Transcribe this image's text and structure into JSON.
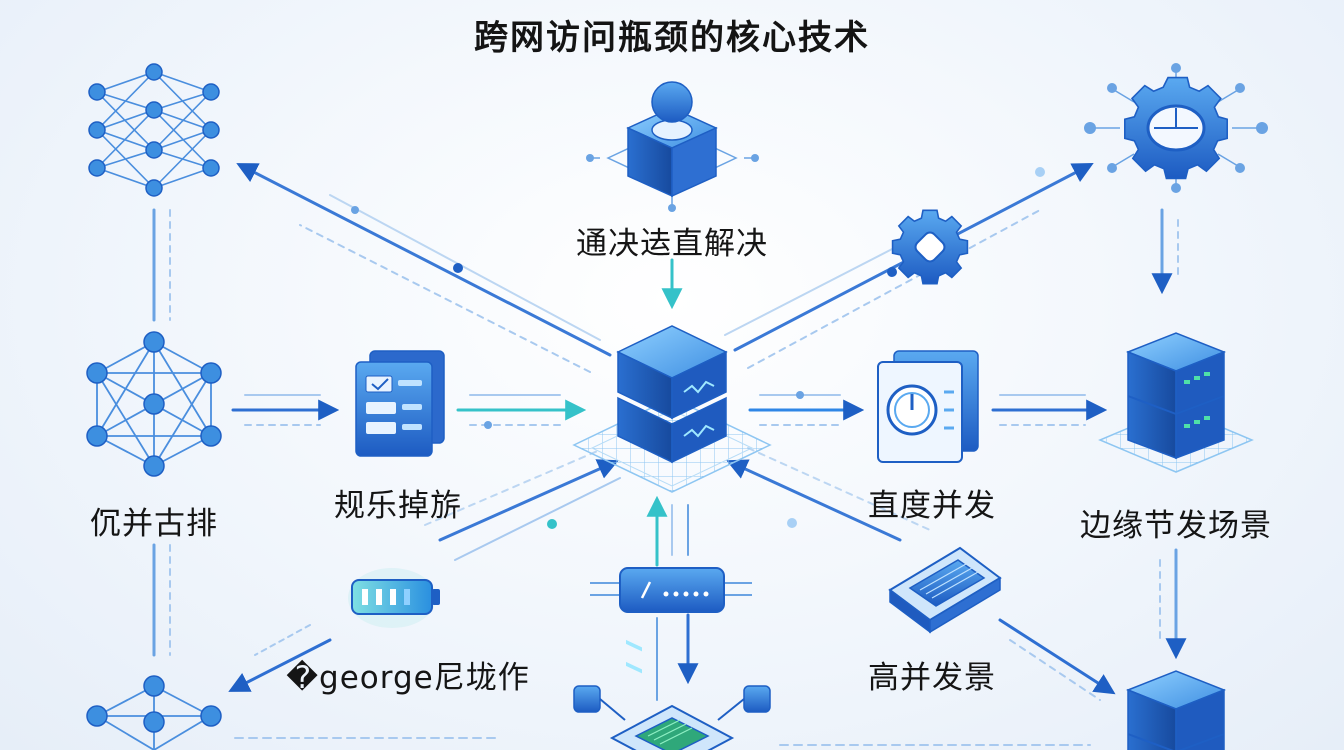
{
  "title": "跨网访问瓶颈的核心技术",
  "labels": {
    "top_center": "通决迲直解决",
    "left_mid": "伔并古排",
    "form": "规乐掉旂",
    "gauge": "直度并发",
    "edge": "边缘节发场景",
    "battery": "�george尼垅作",
    "card": "高并发景"
  },
  "colors": {
    "primary": "#1e5fc4",
    "accent": "#2e86e6",
    "teal": "#35c2c9",
    "node_fill": "#3d8fe0",
    "line": "#6aa3e3"
  },
  "icons": [
    "neural-network-icon",
    "user-cube-icon",
    "gear-icon",
    "server-icon",
    "form-document-icon",
    "gauge-document-icon",
    "battery-icon",
    "network-switch-icon",
    "circuit-card-icon",
    "chip-icon"
  ]
}
